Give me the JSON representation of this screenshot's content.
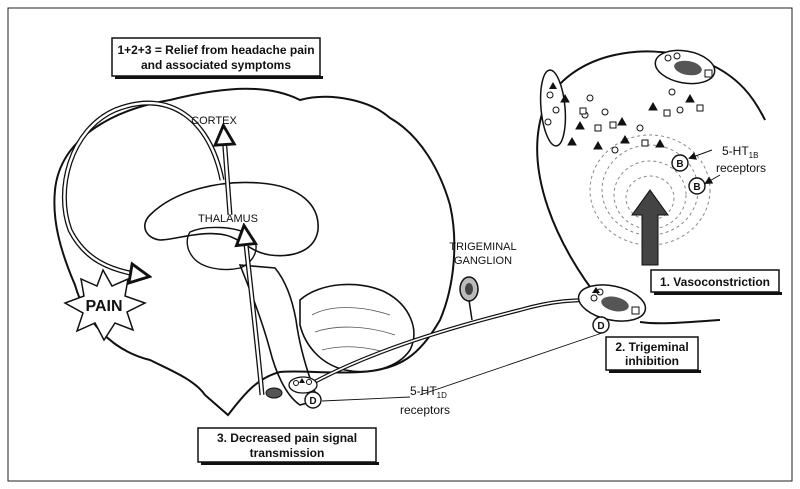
{
  "title": {
    "line1": "1+2+3 = Relief from headache pain",
    "line2": "and associated symptoms"
  },
  "labels": {
    "cortex": "CORTEX",
    "thalamus": "THALAMUS",
    "trigeminal_ganglion_line1": "TRIGEMINAL",
    "trigeminal_ganglion_line2": "GANGLION",
    "pain": "PAIN",
    "receptor_1b_prefix": "5-HT",
    "receptor_1b_sub": "1B",
    "receptor_1b_word": "receptors",
    "receptor_1d_prefix": "5-HT",
    "receptor_1d_sub": "1D",
    "receptor_1d_word": "receptors",
    "marker_b": "B",
    "marker_d": "D"
  },
  "steps": {
    "step1": "1. Vasoconstriction",
    "step2_line1": "2. Trigeminal",
    "step2_line2": "inhibition",
    "step3_line1": "3. Decreased pain signal",
    "step3_line2": "transmission"
  }
}
